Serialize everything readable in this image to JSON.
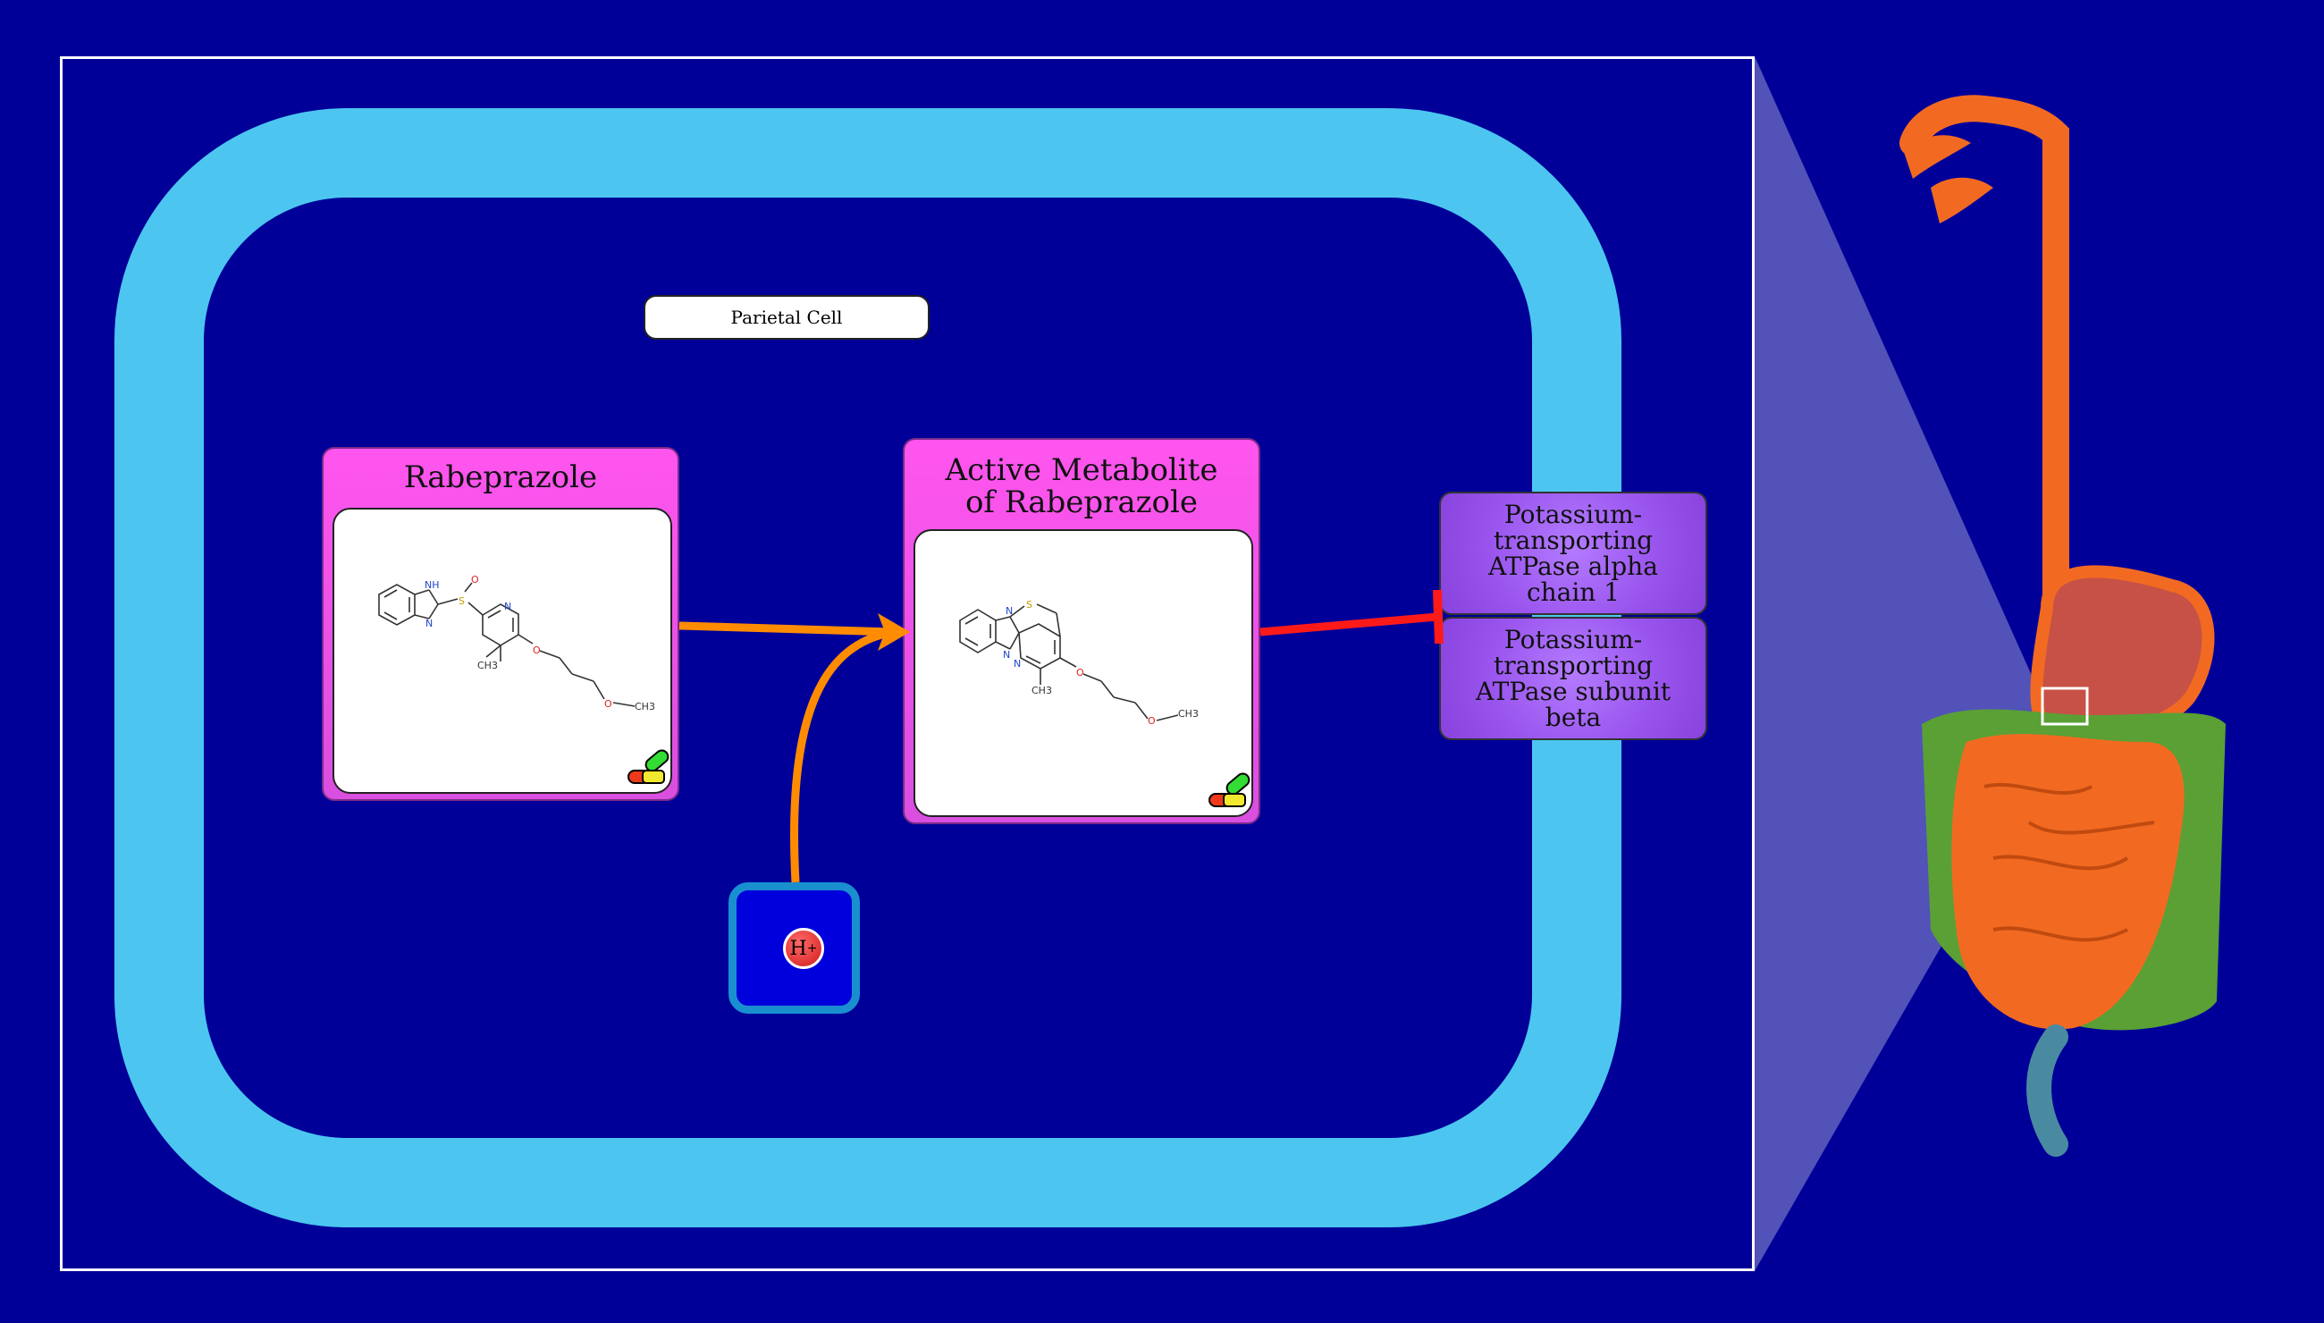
{
  "cell": {
    "label": "Parietal Cell"
  },
  "drugs": [
    {
      "name": "Rabeprazole"
    },
    {
      "name_line1": "Active Metabolite",
      "name_line2": "of Rabeprazole"
    }
  ],
  "proteins": [
    {
      "line1": "Potassium-",
      "line2": "transporting",
      "line3": "ATPase alpha",
      "line4": "chain 1"
    },
    {
      "line1": "Potassium-",
      "line2": "transporting",
      "line3": "ATPase subunit",
      "line4": "beta"
    }
  ],
  "ion": {
    "symbol": "H",
    "charge": "+"
  },
  "molecules": {
    "rabeprazole": {
      "nh": "NH",
      "n1": "N",
      "s": "S",
      "o_sulf": "O",
      "n2": "N",
      "ch3": "CH3",
      "o1": "O",
      "o2": "O",
      "ch3b": "CH3"
    },
    "metabolite": {
      "s": "S",
      "n1": "N",
      "n2": "N",
      "n3": "N",
      "o1": "O",
      "o2": "O",
      "ch3": "CH3",
      "ch3b": "CH3"
    }
  },
  "colors": {
    "background": "#000099",
    "membrane": "#4cc6f0",
    "drug_card": "#ff55ee",
    "protein": "#9a55ee",
    "arrow_conversion": "#ff8c00",
    "arrow_inhibition": "#ff1a1a",
    "stomach_org": "#f26a21",
    "intestine_large": "#5aa035"
  }
}
